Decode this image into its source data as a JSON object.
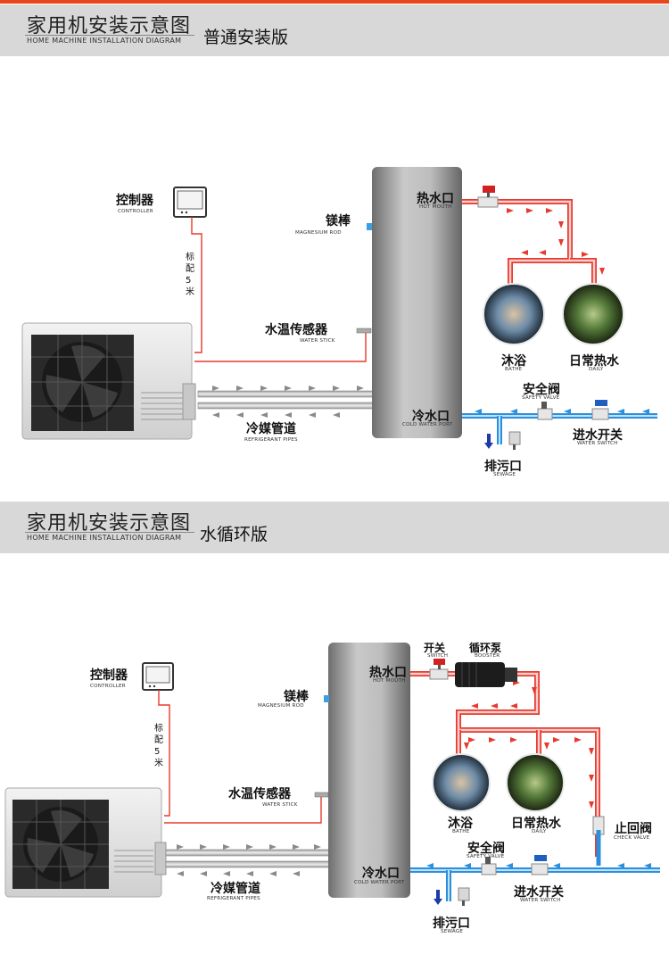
{
  "colors": {
    "accent": "#e8461e",
    "header_bg": "#d8d8d8",
    "hot_pipe": "#e8392e",
    "cold_pipe": "#2a8fdc",
    "refrigerant_arrow": "#8a8a8a",
    "valve_red": "#d42020",
    "valve_blue": "#1e5fbf",
    "drain_arrow": "#1c3aa8"
  },
  "icons": [
    "fan-unit-icon",
    "controller-icon",
    "water-tank-icon",
    "valve-icon",
    "pump-icon",
    "shower-person-icon",
    "washing-hands-icon"
  ],
  "section1": {
    "title_cn": "家用机安装示意图",
    "title_en": "HOME MACHINE INSTALLATION DIAGRAM",
    "edition": "普通安装版",
    "controller_cn": "控制器",
    "controller_en": "CONTROLLER",
    "cable_label": "标配5米",
    "magnesium_cn": "镁棒",
    "magnesium_en": "MAGNESIUM ROD",
    "sensor_cn": "水温传感器",
    "sensor_en": "WATER STICK",
    "refrig_cn": "冷媒管道",
    "refrig_en": "REFRIGERANT PIPES",
    "hot_cn": "热水口",
    "hot_en": "HOT MOUTH",
    "cold_cn": "冷水口",
    "cold_en": "COLD WATER PORT",
    "bathe_cn": "沐浴",
    "bathe_en": "BATHE",
    "daily_cn": "日常热水",
    "daily_en": "DAILY",
    "safety_cn": "安全阀",
    "safety_en": "SAFETY VALVE",
    "switch_cn": "进水开关",
    "switch_en": "WATER SWITCH",
    "sewage_cn": "排污口",
    "sewage_en": "SEWAGE"
  },
  "section2": {
    "title_cn": "家用机安装示意图",
    "title_en": "HOME MACHINE INSTALLATION DIAGRAM",
    "edition": "水循环版",
    "controller_cn": "控制器",
    "controller_en": "CONTROLLER",
    "cable_label": "标配5米",
    "magnesium_cn": "镁棒",
    "magnesium_en": "MAGNESIUM ROD",
    "sensor_cn": "水温传感器",
    "sensor_en": "WATER STICK",
    "refrig_cn": "冷媒管道",
    "refrig_en": "REFRIGERANT PIPES",
    "hot_cn": "热水口",
    "hot_en": "HOT MOUTH",
    "cold_cn": "冷水口",
    "cold_en": "COLD WATER PORT",
    "switch_small_cn": "开关",
    "switch_small_en": "SWITCH",
    "booster_cn": "循环泵",
    "booster_en": "BOOSTER",
    "bathe_cn": "沐浴",
    "bathe_en": "BATHE",
    "daily_cn": "日常热水",
    "daily_en": "DAILY",
    "check_cn": "止回阀",
    "check_en": "CHECK VALVE",
    "safety_cn": "安全阀",
    "safety_en": "SAFETY VALVE",
    "switch_cn": "进水开关",
    "switch_en": "WATER SWITCH",
    "sewage_cn": "排污口",
    "sewage_en": "SEWAGE"
  }
}
